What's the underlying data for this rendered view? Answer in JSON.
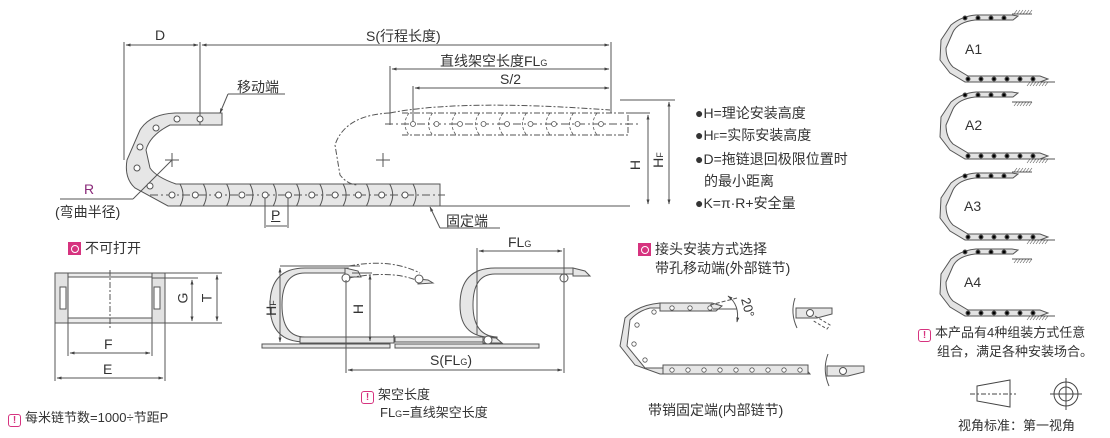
{
  "main_diagram": {
    "dim_D": "D",
    "dim_S": "S(行程长度)",
    "dim_FLG_prefix": "直线架空长度FL",
    "dim_FLG_sub": "G",
    "dim_S2": "S/2",
    "moving_end": "移动端",
    "fixed_end": "固定端",
    "radius_label": "R",
    "radius_desc": "(弯曲半径)",
    "pitch": "P",
    "dim_H": "H",
    "dim_HF": "H",
    "dim_HF_sub": "F"
  },
  "definitions": [
    {
      "bullet": "●",
      "text": "H=理论安装高度"
    },
    {
      "bullet": "●",
      "text_main": "H",
      "text_sub": "F",
      "text_rest": "=实际安装高度"
    },
    {
      "bullet": "●",
      "text": "D=拖链退回极限位置时"
    },
    {
      "bullet": "",
      "text": "的最小距离"
    },
    {
      "bullet": "●",
      "text": "K=π·R+安全量"
    }
  ],
  "cross_section": {
    "title": "不可打开",
    "dim_G": "G",
    "dim_T": "T",
    "dim_F": "F",
    "dim_E": "E",
    "note": "每米链节数=1000÷节距P"
  },
  "overhang": {
    "dim_HF": "H",
    "dim_HF_sub": "F",
    "dim_H": "H",
    "dim_FLG": "FL",
    "dim_FLG_sub": "G",
    "dim_S_prefix": "S(FL",
    "dim_S_sub": "G",
    "dim_S_suffix": ")",
    "note_line1": "架空长度",
    "note_line2_main": "FL",
    "note_line2_sub": "G",
    "note_line2_rest": "=直线架空长度"
  },
  "connector": {
    "title": "接头安装方式选择",
    "moving_desc": "带孔移动端(外部链节)",
    "angle": "20°",
    "fixed_desc": "带销固定端(内部链节)"
  },
  "assembly": {
    "variants": [
      "A1",
      "A2",
      "A3",
      "A4"
    ],
    "note_line1": "本产品有4种组装方式任意",
    "note_line2": "组合，满足各种安装场合。",
    "projection_label": "视角标准：第一视角"
  },
  "colors": {
    "accent": "#d6337f",
    "link_fill": "#e6e6e6",
    "line": "#555555",
    "radius_label": "#8a2a7a"
  }
}
